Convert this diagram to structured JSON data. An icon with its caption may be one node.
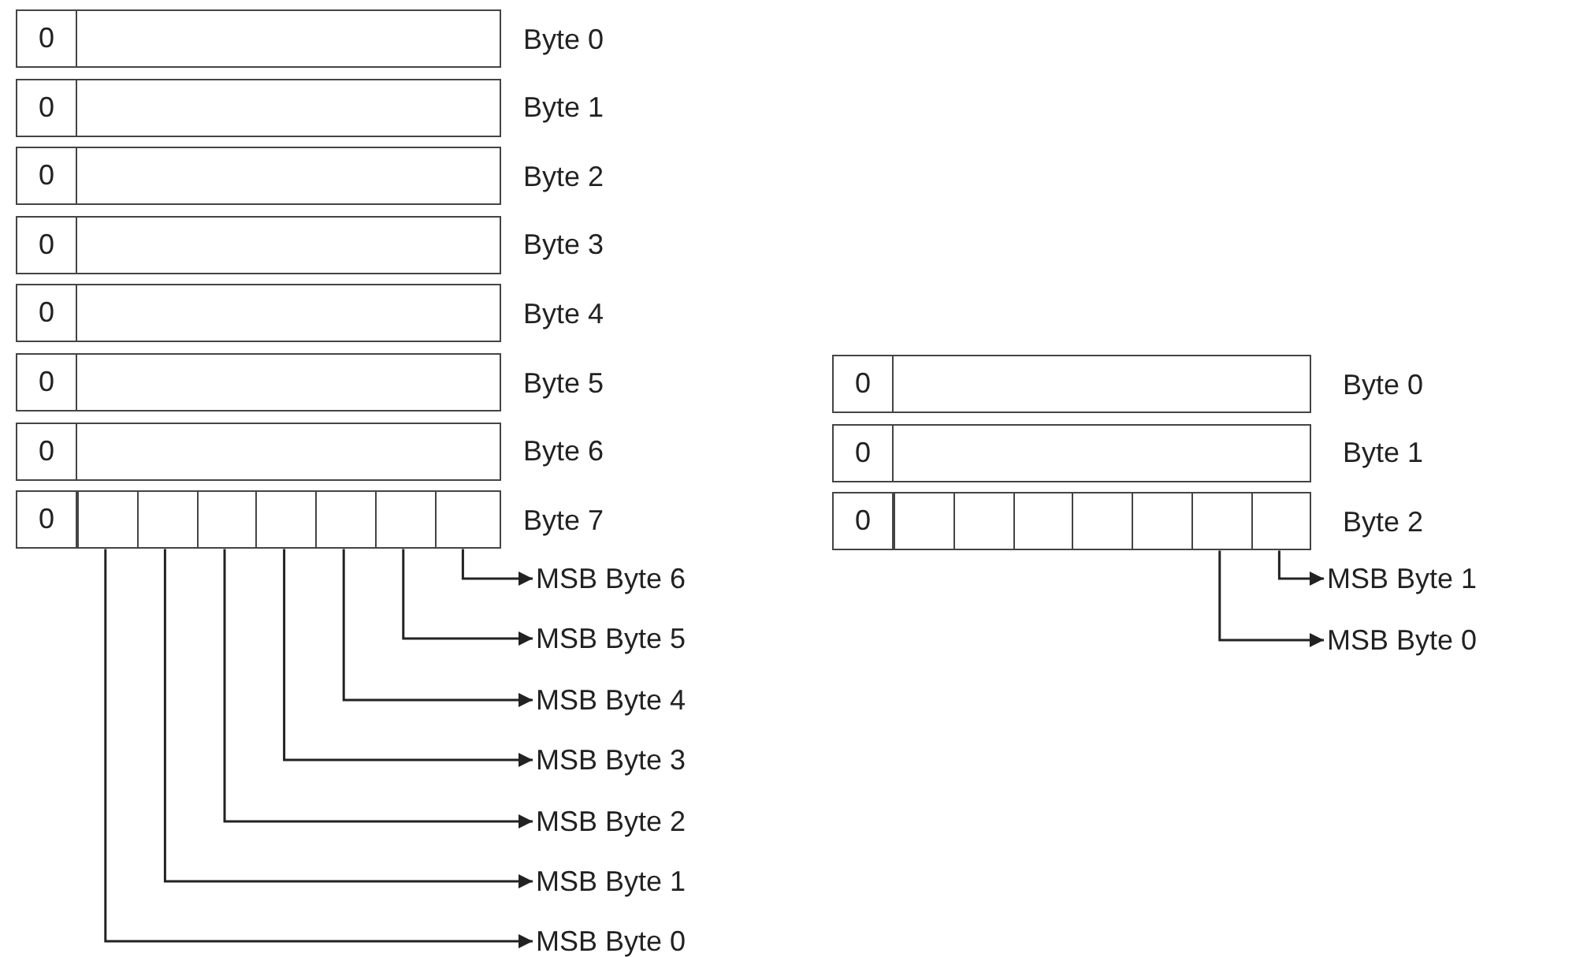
{
  "diagram": {
    "nodes": [
      {
        "text": [
          "0"
        ],
        "beside": [
          "Byte 0"
        ]
      },
      {
        "text": [
          "0"
        ],
        "beside": [
          "Byte 1"
        ]
      },
      {
        "text": [
          "0"
        ],
        "beside": [
          "Byte 2"
        ]
      },
      {
        "text": [
          "0"
        ],
        "beside": [
          "Byte 3"
        ]
      },
      {
        "text": [
          "0"
        ],
        "beside": [
          "Byte 4"
        ]
      },
      {
        "text": [
          "0"
        ],
        "beside": [
          "Byte 5"
        ]
      },
      {
        "text": [
          "0"
        ],
        "beside": [
          "Byte 6"
        ]
      },
      {
        "text": [
          "0"
        ],
        "beside": [
          "Byte 7"
        ]
      },
      {
        "text": [],
        "shape": "box",
        "in": 7
      },
      {
        "text": [],
        "shape": "box",
        "in": 7
      },
      {
        "text": [],
        "shape": "box",
        "in": 7
      },
      {
        "text": [],
        "shape": "box",
        "in": 7
      },
      {
        "text": [],
        "shape": "box",
        "in": 7
      },
      {
        "text": [],
        "shape": "box",
        "in": 7
      },
      {
        "text": [],
        "shape": "box",
        "in": 7
      },
      {
        "text": [
          "MSB Byte 6"
        ]
      },
      {
        "text": [
          "MSB Byte 5"
        ]
      },
      {
        "text": [
          "MSB Byte 4"
        ]
      },
      {
        "text": [
          "MSB Byte 3"
        ]
      },
      {
        "text": [
          "MSB Byte 2"
        ]
      },
      {
        "text": [
          "MSB Byte 1"
        ]
      },
      {
        "text": [
          "MSB Byte 0"
        ]
      },
      {
        "text": [
          "0"
        ],
        "beside": [
          "Byte 0"
        ]
      },
      {
        "text": [
          "0"
        ],
        "beside": [
          "Byte 1"
        ]
      },
      {
        "text": [
          "0"
        ],
        "beside": [
          "Byte 2"
        ]
      },
      {
        "text": [],
        "shape": "box",
        "in": 24
      },
      {
        "text": [],
        "shape": "box",
        "in": 24
      },
      {
        "text": [],
        "shape": "box",
        "in": 24
      },
      {
        "text": [],
        "shape": "box",
        "in": 24
      },
      {
        "text": [],
        "shape": "box",
        "in": 24
      },
      {
        "text": [],
        "shape": "box",
        "in": 24
      },
      {
        "text": [],
        "shape": "box",
        "in": 24
      },
      {
        "text": [
          "MSB Byte 1"
        ]
      },
      {
        "text": [
          "MSB Byte 0"
        ]
      }
    ],
    "edges": [
      {
        "from": 8,
        "to": 21,
        "arrow": "to"
      },
      {
        "from": 9,
        "to": 20,
        "arrow": "to"
      },
      {
        "from": 10,
        "to": 19,
        "arrow": "to"
      },
      {
        "from": 11,
        "to": 18,
        "arrow": "to"
      },
      {
        "from": 12,
        "to": 17,
        "arrow": "to"
      },
      {
        "from": 13,
        "to": 16,
        "arrow": "to"
      },
      {
        "from": 14,
        "to": 15,
        "arrow": "to"
      },
      {
        "from": 30,
        "to": 33,
        "arrow": "to"
      },
      {
        "from": 31,
        "to": 32,
        "arrow": "to"
      }
    ]
  }
}
